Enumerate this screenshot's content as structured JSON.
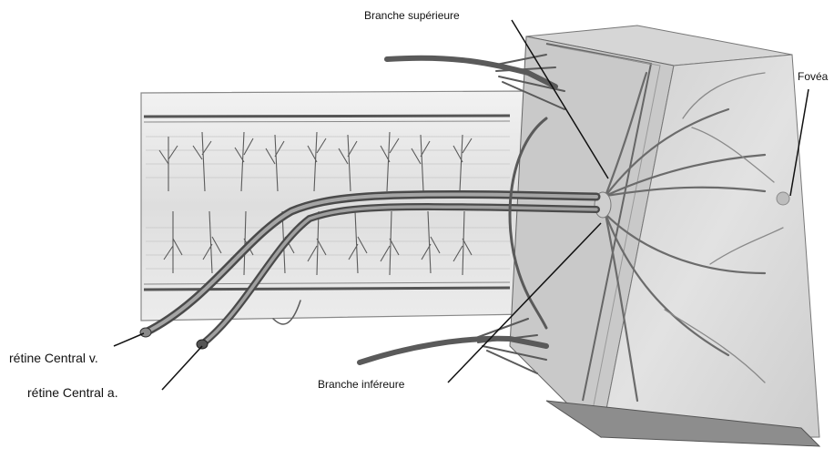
{
  "labels": {
    "branch_superior": "Branche supérieure",
    "fovea": "Fovéa",
    "branch_inferior": "Branche inféreure",
    "central_vein": "rétine Central v.",
    "central_artery": "rétine Central a."
  },
  "colors": {
    "vessel_dark": "#4a4a4a",
    "vessel_light": "#9a9a9a",
    "nerve_fill": "#e4e4e4",
    "retina_fill": "#d8d8d8",
    "sheath": "#6a6a6a",
    "leader": "#111111"
  }
}
